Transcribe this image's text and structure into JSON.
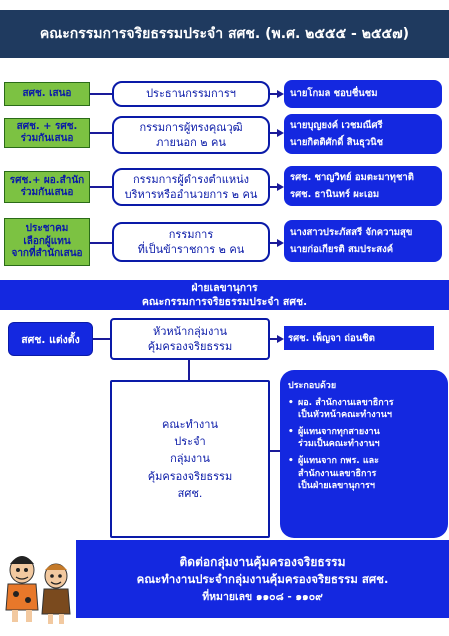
{
  "title": "คณะกรรมการจริยธรรมประจำ สศช. (พ.ศ. ๒๕๕๕ - ๒๕๕๗)",
  "rows": [
    {
      "source": "สศช. เสนอ",
      "role": "ประธานกรรมการฯ",
      "names": "นายโกมล ชอบชื่นชม"
    },
    {
      "source": "สศช. + รศช.\nร่วมกันเสนอ",
      "role": "กรรมการผู้ทรงคุณวุฒิ\nภายนอก ๒ คน",
      "names": "นายบุญยงค์ เวชมณีศรี\nนายกิตติศักดิ์ สินธุวนิช"
    },
    {
      "source": "รศช.+ ผอ.สำนัก\nร่วมกันเสนอ",
      "role": "กรรมการผู้ดำรงตำแหน่ง\nบริหารหรืออำนวยการ ๒ คน",
      "names": "รศช. ชาญวิทย์ อมตะมาทุชาติ\nรศช. ธานินทร์ ผะเอม"
    },
    {
      "source": "ประชาคม\nเลือกผู้แทน\nจากที่สำนักเสนอ",
      "role": "กรรมการ\nที่เป็นข้าราชการ ๒ คน",
      "names": "นางสาวประภัสสรี จักความสุข\nนายก่อเกียรติ สมประสงค์"
    }
  ],
  "secretariat": "ฝ่ายเลขานุการ\nคณะกรรมการจริยธรรมประจำ สศช.",
  "appoint": "สศช. แต่งตั้ง",
  "head_role": "หัวหน้ากลุ่มงาน\nคุ้มครองจริยธรรม",
  "head_name": "รศช. เพ็ญจา ถ่อนชิต",
  "working_group": "คณะทำงาน\nประจำ\nกลุ่มงาน\nคุ้มครองจริยธรรม\nสศช.",
  "composition": {
    "heading": "ประกอบด้วย",
    "items": [
      "ผอ. สำนักงานเลขาธิการ\nเป็นหัวหน้าคณะทำงานฯ",
      "ผู้แทนจากทุกสายงาน\nร่วมเป็นคณะทำงานฯ",
      "ผู้แทนจาก กพร. และ\nสำนักงานเลขาธิการ\nเป็นฝ่ายเลขานุการฯ"
    ]
  },
  "footer": {
    "line1": "ติดต่อกลุ่มงานคุ้มครองจริยธรรม",
    "line2": "คณะทำงานประจำกลุ่มงานคุ้มครองจริยธรรม สศช.",
    "line3": "ที่หมายเลข ๑๑๐๘ - ๑๑๐๙"
  },
  "icons": {
    "mascot": "cartoon-characters-illustration"
  }
}
